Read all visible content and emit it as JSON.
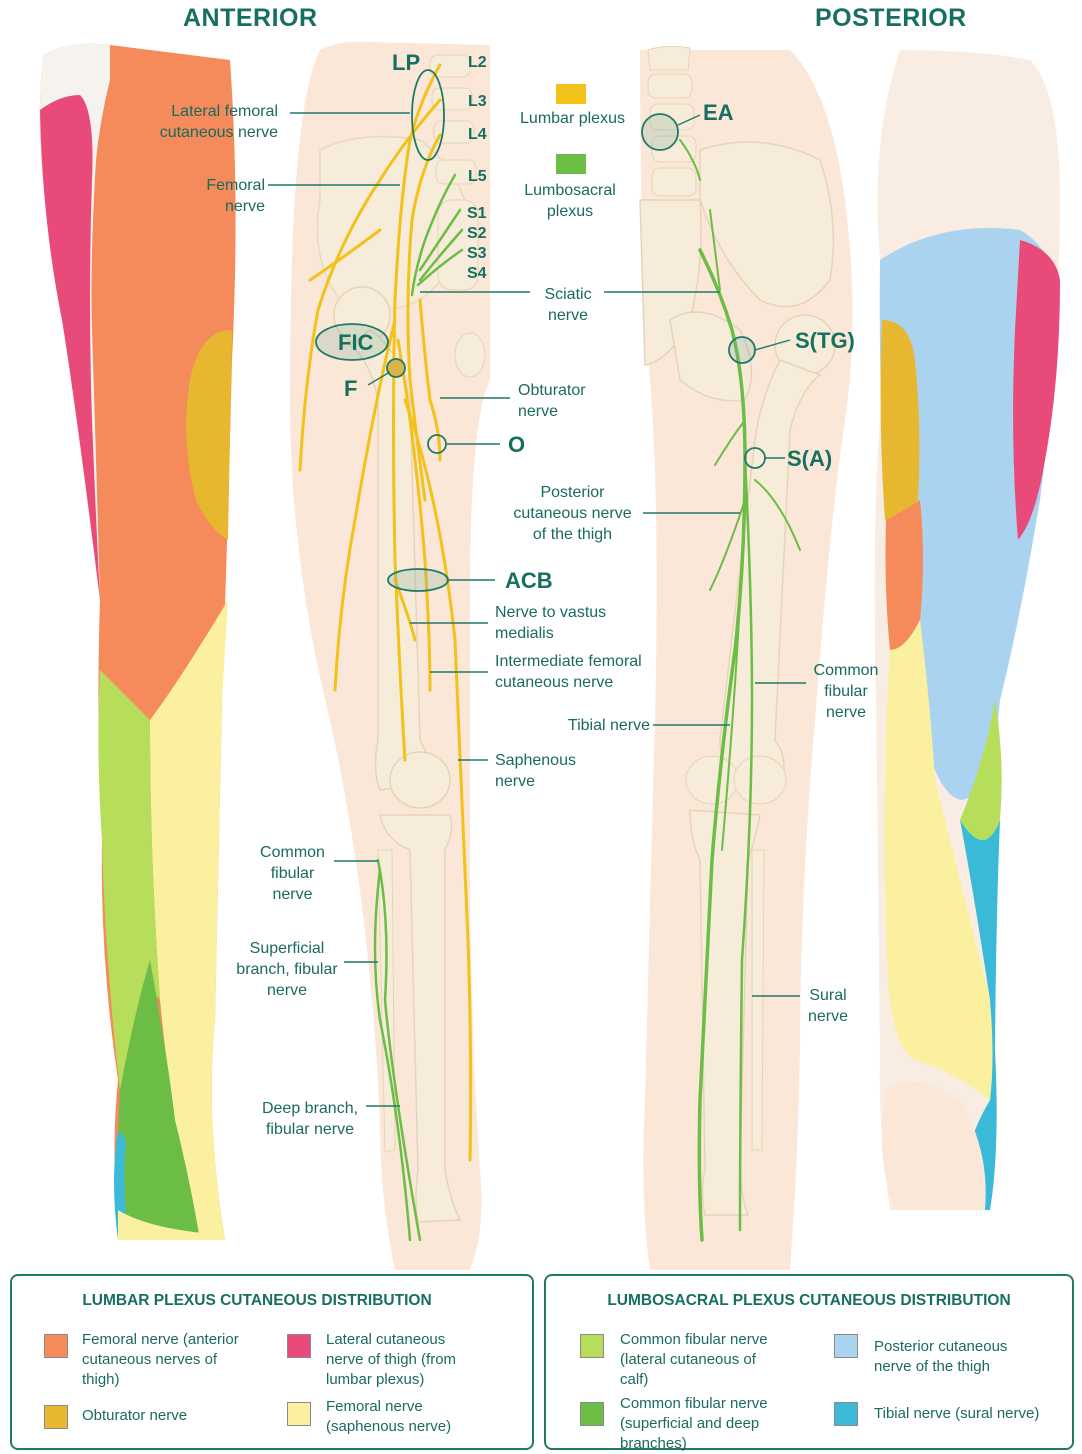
{
  "headers": {
    "anterior": "ANTERIOR",
    "posterior": "POSTERIOR"
  },
  "spinal_levels": [
    "L2",
    "L3",
    "L4",
    "L5",
    "S1",
    "S2",
    "S3",
    "S4"
  ],
  "block_sites": {
    "lp": "LP",
    "fic": "FIC",
    "f": "F",
    "o": "O",
    "acb": "ACB",
    "ea": "EA",
    "s_tg": "S(TG)",
    "s_a": "S(A)"
  },
  "key": {
    "lumbar": "Lumbar plexus",
    "lumbosacral": "Lumbosacral plexus"
  },
  "nerve_labels": {
    "lateral_femoral_cutaneous": "Lateral femoral cutaneous nerve",
    "femoral": "Femoral nerve",
    "sciatic": "Sciatic nerve",
    "obturator": "Obturator nerve",
    "posterior_cutaneous_thigh": "Posterior cutaneous nerve of the thigh",
    "nerve_to_vastus_medialis": "Nerve to vastus medialis",
    "intermediate_femoral_cutaneous": "Intermediate femoral cutaneous nerve",
    "common_fibular_post": "Common fibular nerve",
    "tibial": "Tibial nerve",
    "saphenous": "Saphenous nerve",
    "common_fibular_ant": "Common fibular nerve",
    "superficial_branch": "Superficial branch, fibular nerve",
    "sural": "Sural nerve",
    "deep_branch": "Deep branch, fibular nerve"
  },
  "legend_lumbar": {
    "title": "LUMBAR PLEXUS CUTANEOUS DISTRIBUTION",
    "items": [
      {
        "label": "Femoral nerve (anterior cutaneous nerves of thigh)",
        "color": "#f58a5a"
      },
      {
        "label": "Lateral cutaneous nerve of thigh (from lumbar plexus)",
        "color": "#e84b7a"
      },
      {
        "label": "Obturator nerve",
        "color": "#e7b82f"
      },
      {
        "label": "Femoral nerve (saphenous nerve)",
        "color": "#fbf0a0"
      }
    ]
  },
  "legend_lumbosacral": {
    "title": "LUMBOSACRAL PLEXUS CUTANEOUS DISTRIBUTION",
    "items": [
      {
        "label": "Common fibular nerve (lateral cutaneous of calf)",
        "color": "#b7de5a"
      },
      {
        "label": "Posterior cutaneous nerve of the thigh",
        "color": "#a9d3ef"
      },
      {
        "label": "Common fibular nerve (superficial and deep branches)",
        "color": "#6cbd45"
      },
      {
        "label": "Tibial nerve (sural nerve)",
        "color": "#3bbad8"
      }
    ]
  },
  "colors": {
    "lumbar_nerve": "#f2c21a",
    "lumbosacral_nerve": "#6cbd45",
    "accent": "#17705f",
    "skin": "#fbe7d8",
    "bone": "#f6ecd9"
  }
}
